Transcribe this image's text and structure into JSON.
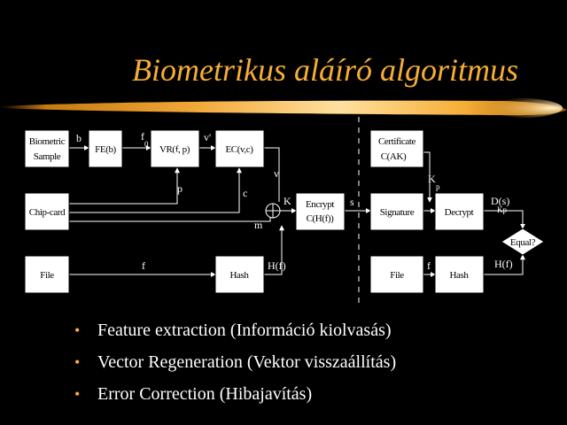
{
  "slide": {
    "title": "Biometrikus aláíró algoritmus",
    "accent_color": "#f6ad36"
  },
  "diagram": {
    "boxes": {
      "biometric_sample": [
        "Biometric",
        "Sample"
      ],
      "fe": "FE(b)",
      "vr": "VR(f, p)",
      "ec": "EC(v,c)",
      "chipcard": "Chip-card",
      "encrypt": [
        "Encrypt",
        "C(H(f))"
      ],
      "file_left": "File",
      "hash_left": "Hash",
      "certificate": [
        "Certificate",
        "C(AK)"
      ],
      "signature": "Signature",
      "decrypt": "Decrypt",
      "file_right": "File",
      "hash_right": "Hash",
      "equal": "Equal?"
    },
    "labels": {
      "b": "b",
      "f_top": "f",
      "f_top_sub": "0",
      "v_top": "v'",
      "v_down": "v",
      "p": "p",
      "c": "c",
      "k": "K",
      "m": "m",
      "ks": "Ks",
      "s": "s",
      "kp": "K",
      "kp_sub": "p",
      "cert_sub": "p",
      "vr_sub": "0",
      "d": "D(s)",
      "kp2": "Kp",
      "f_bottom": "f",
      "hf_left": "H(f)",
      "f_right": "f",
      "hf_right": "H(f)"
    }
  },
  "bullets": [
    "Feature extraction (Információ kiolvasás)",
    "Vector Regeneration (Vektor visszaállítás)",
    "Error Correction (Hibajavítás)"
  ]
}
